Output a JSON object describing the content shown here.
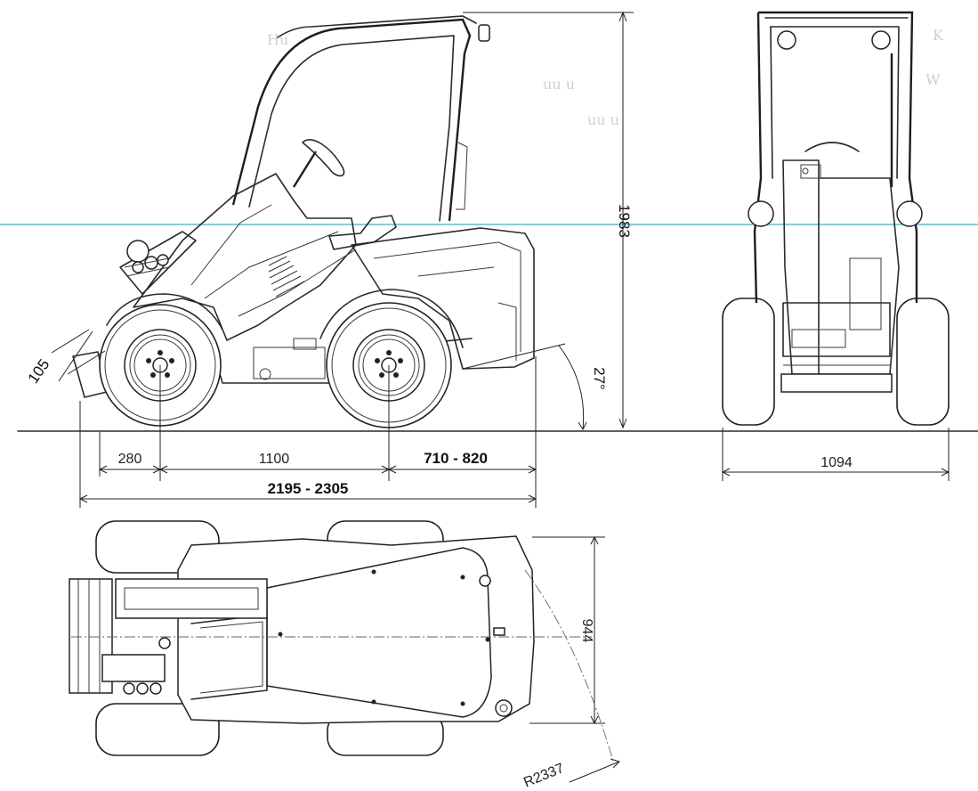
{
  "dimensions": {
    "height": "1983",
    "front_overhang": "280",
    "wheelbase": "1100",
    "rear_overhang": "710 - 820",
    "overall_length": "2195 - 2305",
    "width": "1094",
    "body_width": "944",
    "turning_radius": "R2337",
    "attachment_offset": "105",
    "departure_angle": "27°"
  },
  "colors": {
    "line": "#222222",
    "guide_line": "#4fc3e0",
    "background": "#ffffff"
  }
}
